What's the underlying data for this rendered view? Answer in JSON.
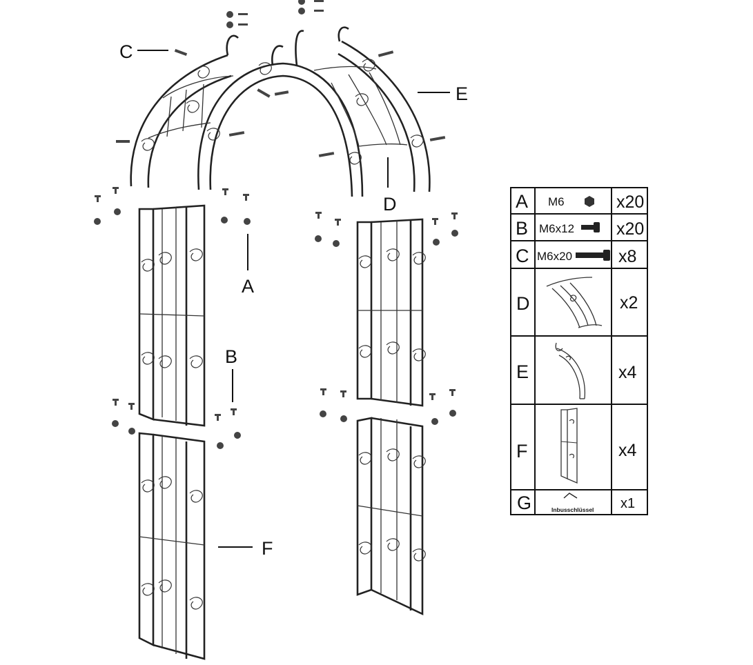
{
  "callouts": {
    "a": "A",
    "b": "B",
    "c": "C",
    "d": "D",
    "e": "E",
    "f": "F"
  },
  "parts_table": {
    "rows": [
      {
        "letter": "A",
        "size": "M6",
        "qty": "x20",
        "icon": "nut-icon"
      },
      {
        "letter": "B",
        "size": "M6x12",
        "qty": "x20",
        "icon": "short-bolt-icon"
      },
      {
        "letter": "C",
        "size": "M6x20",
        "qty": "x8",
        "icon": "long-bolt-icon"
      },
      {
        "letter": "D",
        "qty": "x2",
        "icon": "crossbar-part-icon"
      },
      {
        "letter": "E",
        "qty": "x4",
        "icon": "arch-arc-part-icon"
      },
      {
        "letter": "F",
        "qty": "x4",
        "icon": "side-panel-part-icon"
      },
      {
        "letter": "G",
        "label": "Inbusschlüssel",
        "qty": "x1",
        "icon": "allen-key-icon"
      }
    ]
  }
}
